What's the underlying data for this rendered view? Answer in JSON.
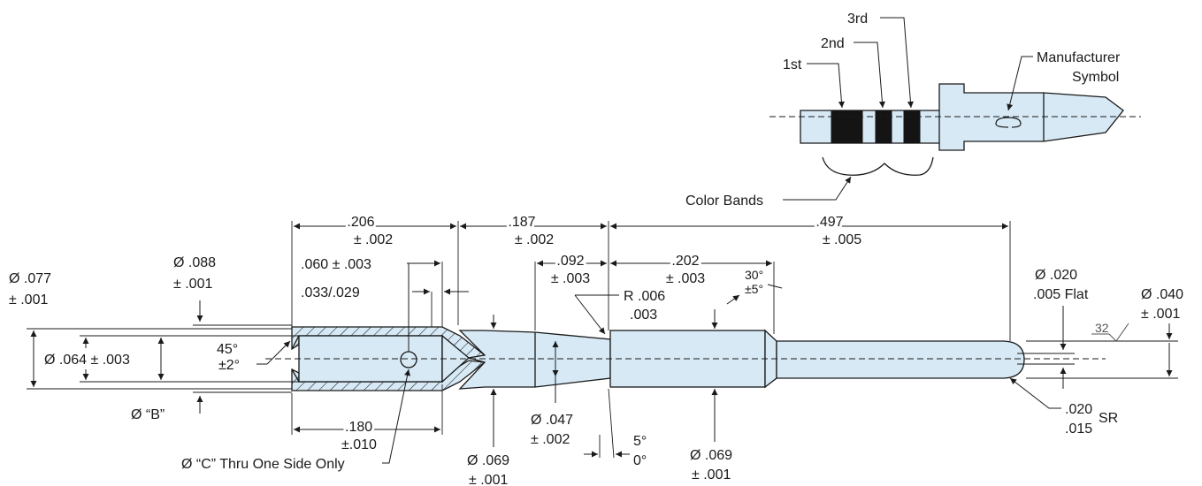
{
  "detail": {
    "bands": [
      "1st",
      "2nd",
      "3rd"
    ],
    "manufacturer_symbol": "Manufacturer\nSymbol",
    "manufacturer_line1": "Manufacturer",
    "manufacturer_line2": "Symbol",
    "color_bands": "Color Bands"
  },
  "dimensions": {
    "d206": ".206",
    "d206_tol": "± .002",
    "d187": ".187",
    "d187_tol": "± .002",
    "d497": ".497",
    "d497_tol": "± .005",
    "d088": "Ø .088",
    "d088_tol": "± .001",
    "d077": "Ø .077",
    "d077_tol": "± .001",
    "d060": ".060 ± .003",
    "d033": ".033/.029",
    "d092": ".092",
    "d092_tol": "± .003",
    "d202": ".202",
    "d202_tol": "± .003",
    "angle30": "30°",
    "angle30_tol": "±5°",
    "r006": "R .006",
    "r006_low": ".003",
    "d020": "Ø .020",
    "d020_flat": ".005 Flat",
    "d040": "Ø .040",
    "d040_tol": "± .001",
    "finish": "32",
    "d064": "Ø .064 ± .003",
    "angle45": "45°",
    "angle45_tol": "±2°",
    "dB": "Ø “B”",
    "d180": ".180",
    "d180_tol": "±.010",
    "dC": "Ø “C” Thru One Side Only",
    "d069a": "Ø .069",
    "d069a_tol": "± .001",
    "d047": "Ø .047",
    "d047_tol": "± .002",
    "angle5": "5°",
    "angle5_low": "0°",
    "d069b": "Ø .069",
    "d069b_tol": "± .001",
    "sr020": ".020",
    "sr015": ".015",
    "sr_label": "SR"
  },
  "colors": {
    "part_fill": "#d6e9f5",
    "band": "#141414",
    "line": "#1a1a1a"
  }
}
